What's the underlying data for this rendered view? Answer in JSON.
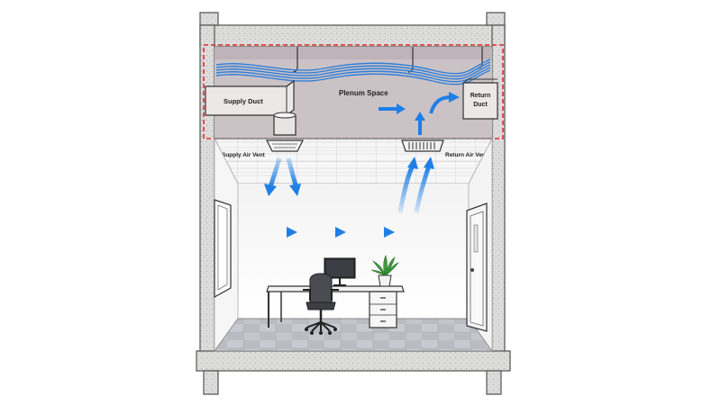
{
  "labels": {
    "supply_duct": "Supply Duct",
    "plenum_space": "Plenum Space",
    "return_duct_line1": "Return",
    "return_duct_line2": "Duct",
    "supply_air_vent": "Supply Air Vent",
    "return_air_vent": "Return Air Vent"
  },
  "colors": {
    "airflow": "#1f7fe6",
    "plenum_boundary": "#d9302b",
    "plenum_fill": "#c9c0c3",
    "structure": "#d8d8d6"
  },
  "icons": [
    "supply-duct",
    "return-duct",
    "supply-vent",
    "return-vent",
    "desk",
    "office-chair",
    "monitor",
    "potted-plant",
    "door",
    "window"
  ]
}
